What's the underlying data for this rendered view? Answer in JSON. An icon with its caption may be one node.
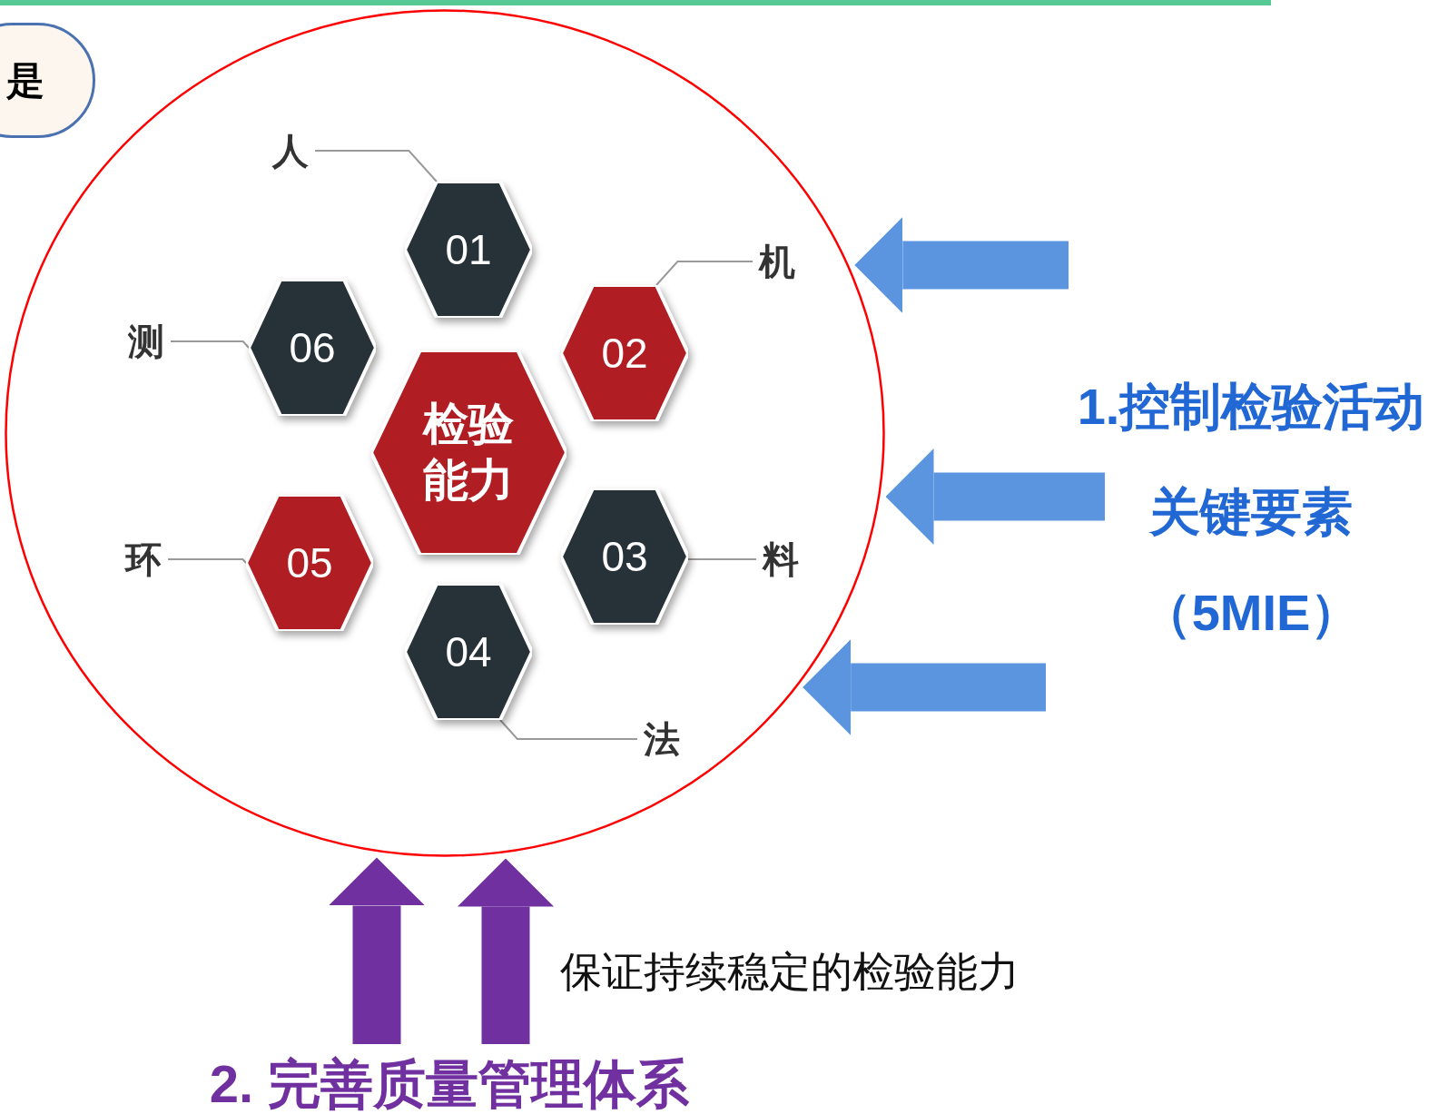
{
  "diagram": {
    "nodes": [
      {
        "text": [
          "是"
        ]
      },
      {
        "text": [],
        "shape": "circle"
      },
      {
        "text": [
          "检验能力"
        ],
        "in": 1
      },
      {
        "text": [
          "01"
        ],
        "in": 1
      },
      {
        "text": [
          "02"
        ],
        "in": 1
      },
      {
        "text": [
          "03"
        ],
        "in": 1
      },
      {
        "text": [
          "04"
        ],
        "in": 1
      },
      {
        "text": [
          "05"
        ],
        "in": 1
      },
      {
        "text": [
          "06"
        ],
        "in": 1
      },
      {
        "text": [
          "人"
        ],
        "in": 1
      },
      {
        "text": [
          "机"
        ],
        "in": 1
      },
      {
        "text": [
          "料"
        ],
        "in": 1
      },
      {
        "text": [
          "法"
        ],
        "in": 1
      },
      {
        "text": [
          "环"
        ],
        "in": 1
      },
      {
        "text": [
          "测"
        ],
        "in": 1
      }
    ],
    "edges": [
      {
        "from": 9,
        "to": 3,
        "arrow": "none"
      },
      {
        "from": 10,
        "to": 4,
        "arrow": "none"
      },
      {
        "from": 11,
        "to": 5,
        "arrow": "none"
      },
      {
        "from": 12,
        "to": 6,
        "arrow": "none"
      },
      {
        "from": 13,
        "to": 7,
        "arrow": "none"
      },
      {
        "from": 14,
        "to": 8,
        "arrow": "none"
      },
      {
        "from": null,
        "to": 1,
        "arrow": "to",
        "style": "thick",
        "color": "#5b95e0"
      },
      {
        "from": null,
        "to": 1,
        "arrow": "to",
        "style": "thick",
        "color": "#5b95e0"
      },
      {
        "from": null,
        "to": 1,
        "arrow": "to",
        "style": "thick",
        "color": "#5b95e0"
      },
      {
        "from": null,
        "to": 1,
        "arrow": "to",
        "style": "thick",
        "color": "#7030a0"
      },
      {
        "from": null,
        "to": 1,
        "arrow": "to",
        "style": "thick",
        "color": "#7030a0"
      }
    ],
    "labels": [
      "1.控制检验活动",
      "关键要素",
      "（5MIE）",
      "保证持续稳定的检验能力",
      "2. 完善质量管理体系"
    ]
  }
}
